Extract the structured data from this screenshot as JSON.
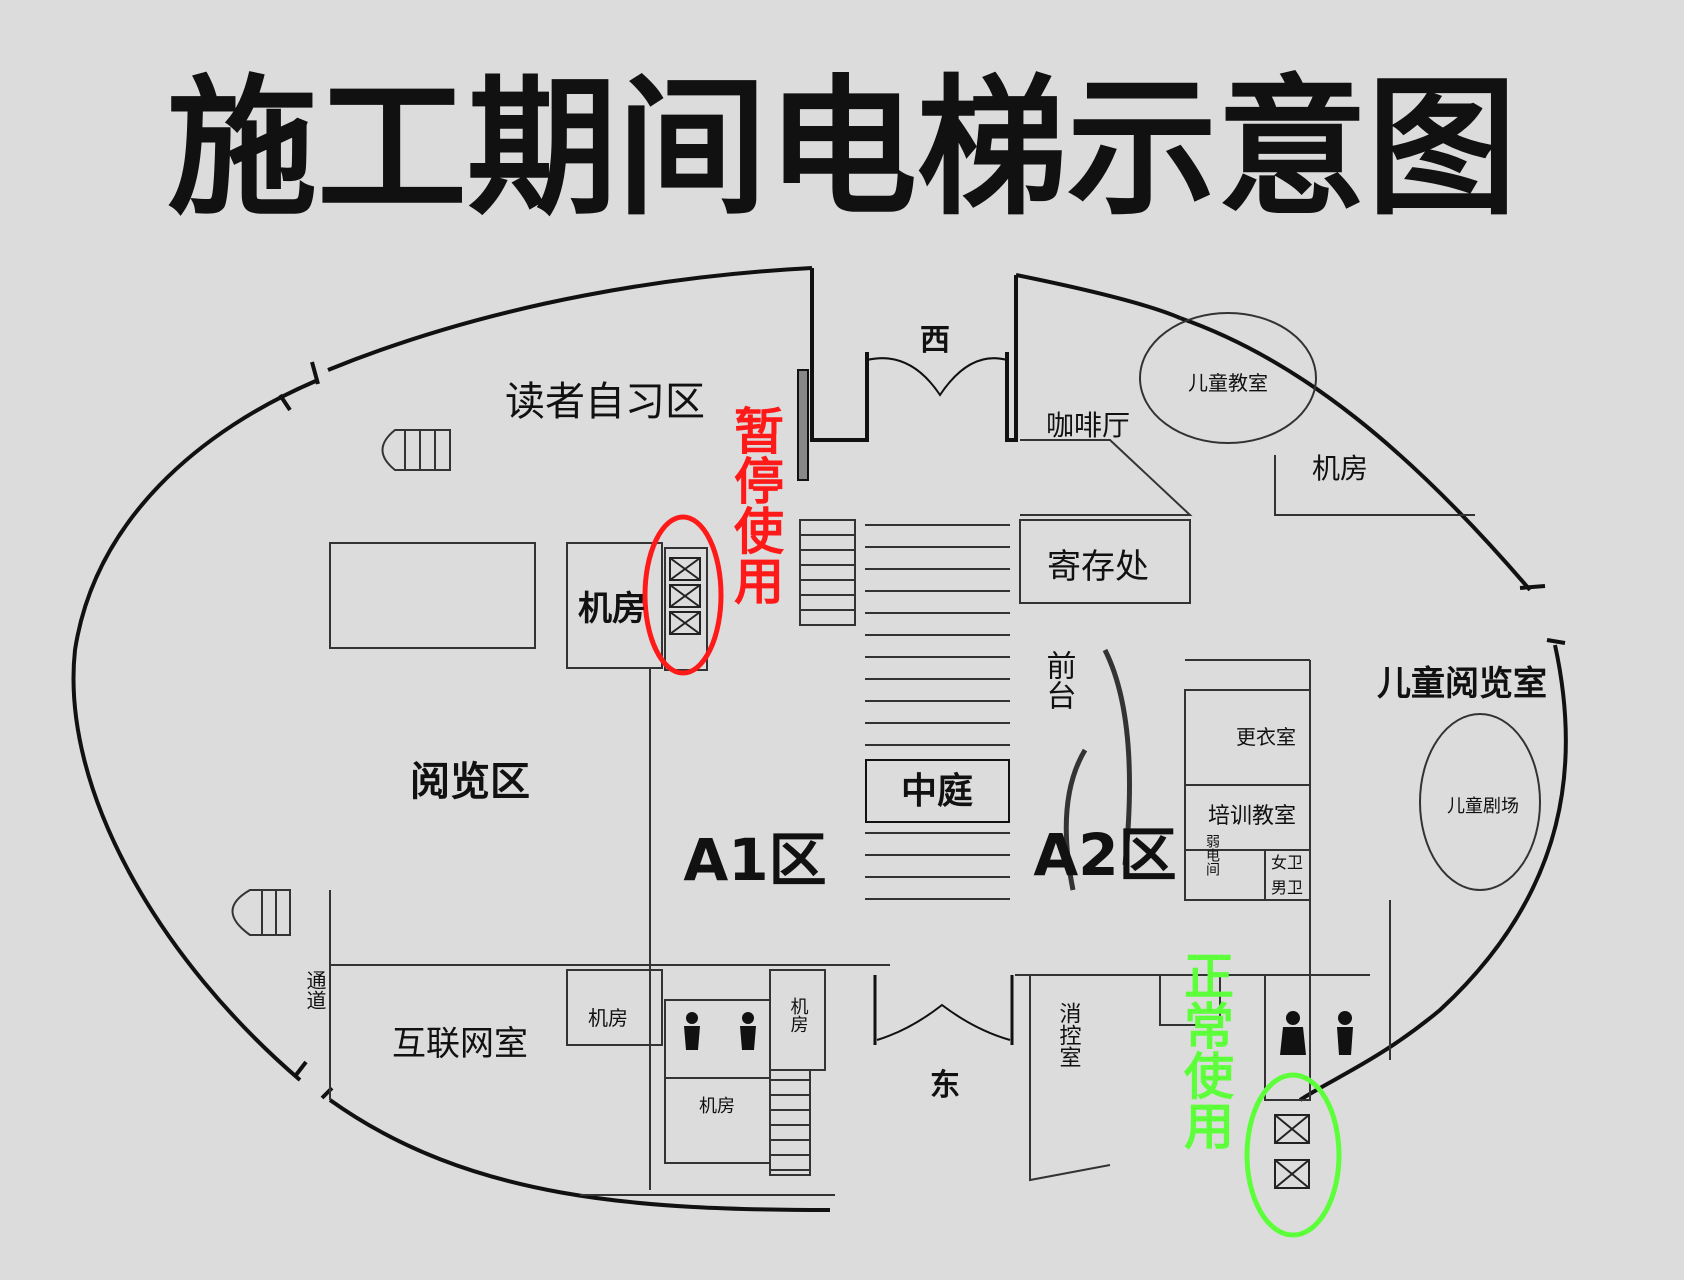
{
  "title": "施工期间电梯示意图",
  "directions": {
    "west": "西",
    "east": "东"
  },
  "zones": {
    "a1": "A1区",
    "a2": "A2区"
  },
  "rooms": {
    "reader_study": "读者自习区",
    "machine_room_nw": "机房",
    "reading_area": "阅览区",
    "passage": "通道",
    "internet_room": "互联网室",
    "machine_room_s1": "机房",
    "machine_room_s2": "机房",
    "machine_room_s3": "机房",
    "cafe": "咖啡厅",
    "children_classroom": "儿童教室",
    "machine_room_ne": "机房",
    "storage": "寄存处",
    "reception": "前台",
    "atrium": "中庭",
    "locker_room": "更衣室",
    "training_room": "培训教室",
    "children_reading_room": "儿童阅览室",
    "children_theater": "儿童剧场",
    "women_wc": "女卫",
    "men_wc": "男卫",
    "fire_control": "消控室",
    "small_label": "弱电间"
  },
  "elevator_status": {
    "suspended": {
      "label": "暂停使用",
      "color": "#ff1a1a"
    },
    "normal": {
      "label": "正常使用",
      "color": "#5cff3a"
    }
  }
}
